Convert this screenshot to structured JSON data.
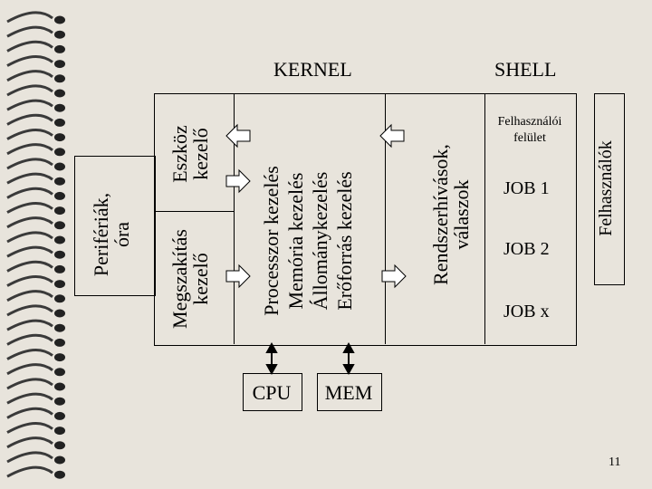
{
  "kernel_label": "KERNEL",
  "shell_label": "SHELL",
  "left_block": [
    "Perifériák,",
    "óra"
  ],
  "device_handler": [
    "Eszköz",
    "kezelő"
  ],
  "interrupt_handler": [
    "Megszakítás",
    "kezelő"
  ],
  "core_functions": [
    "Processzor kezelés",
    "Memória kezelés",
    "Állománykezelés",
    "Erőforrás kezelés"
  ],
  "syscalls": [
    "Rendszerhívások,",
    "válaszok"
  ],
  "user_interface": [
    "Felhasználói",
    "felület"
  ],
  "jobs": [
    "JOB 1",
    "JOB 2",
    "JOB x"
  ],
  "users_label": "Felhasználók",
  "cpu_label": "CPU",
  "mem_label": "MEM",
  "page_number": "11",
  "colors": {
    "background": "#e8e4dc",
    "line": "#000000",
    "arrow_fill": "#ffffff",
    "spiral": "#3a3a3a"
  }
}
